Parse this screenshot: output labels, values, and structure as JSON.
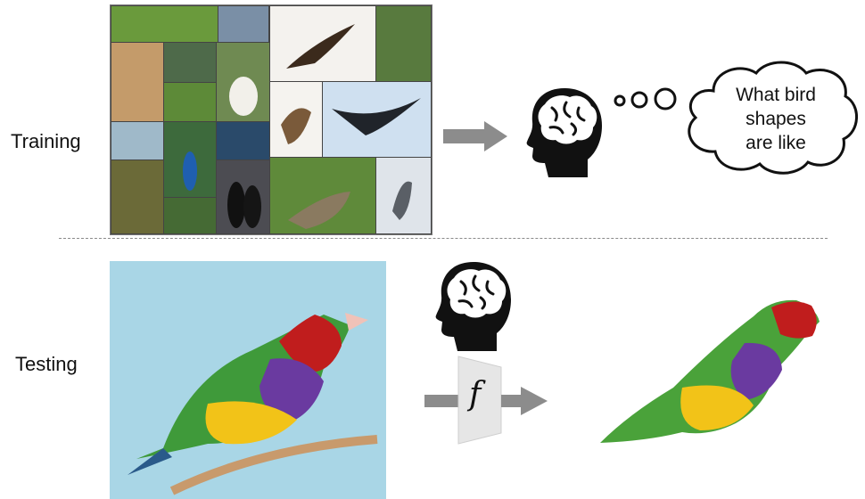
{
  "sections": {
    "training_label": "Training",
    "testing_label": "Testing"
  },
  "thought_bubble": {
    "line1": "What bird",
    "line2": "shapes",
    "line3": "are like"
  },
  "function_box": {
    "label": "f"
  },
  "colors": {
    "arrow": "#8c8c8c",
    "divider": "#8a8a8a",
    "head": "#111111",
    "function_box_fill": "#e6e6e6",
    "sky": "#a9d6e6"
  },
  "icons": {
    "head": "head-with-brain-icon",
    "arrow": "right-arrow-icon"
  }
}
